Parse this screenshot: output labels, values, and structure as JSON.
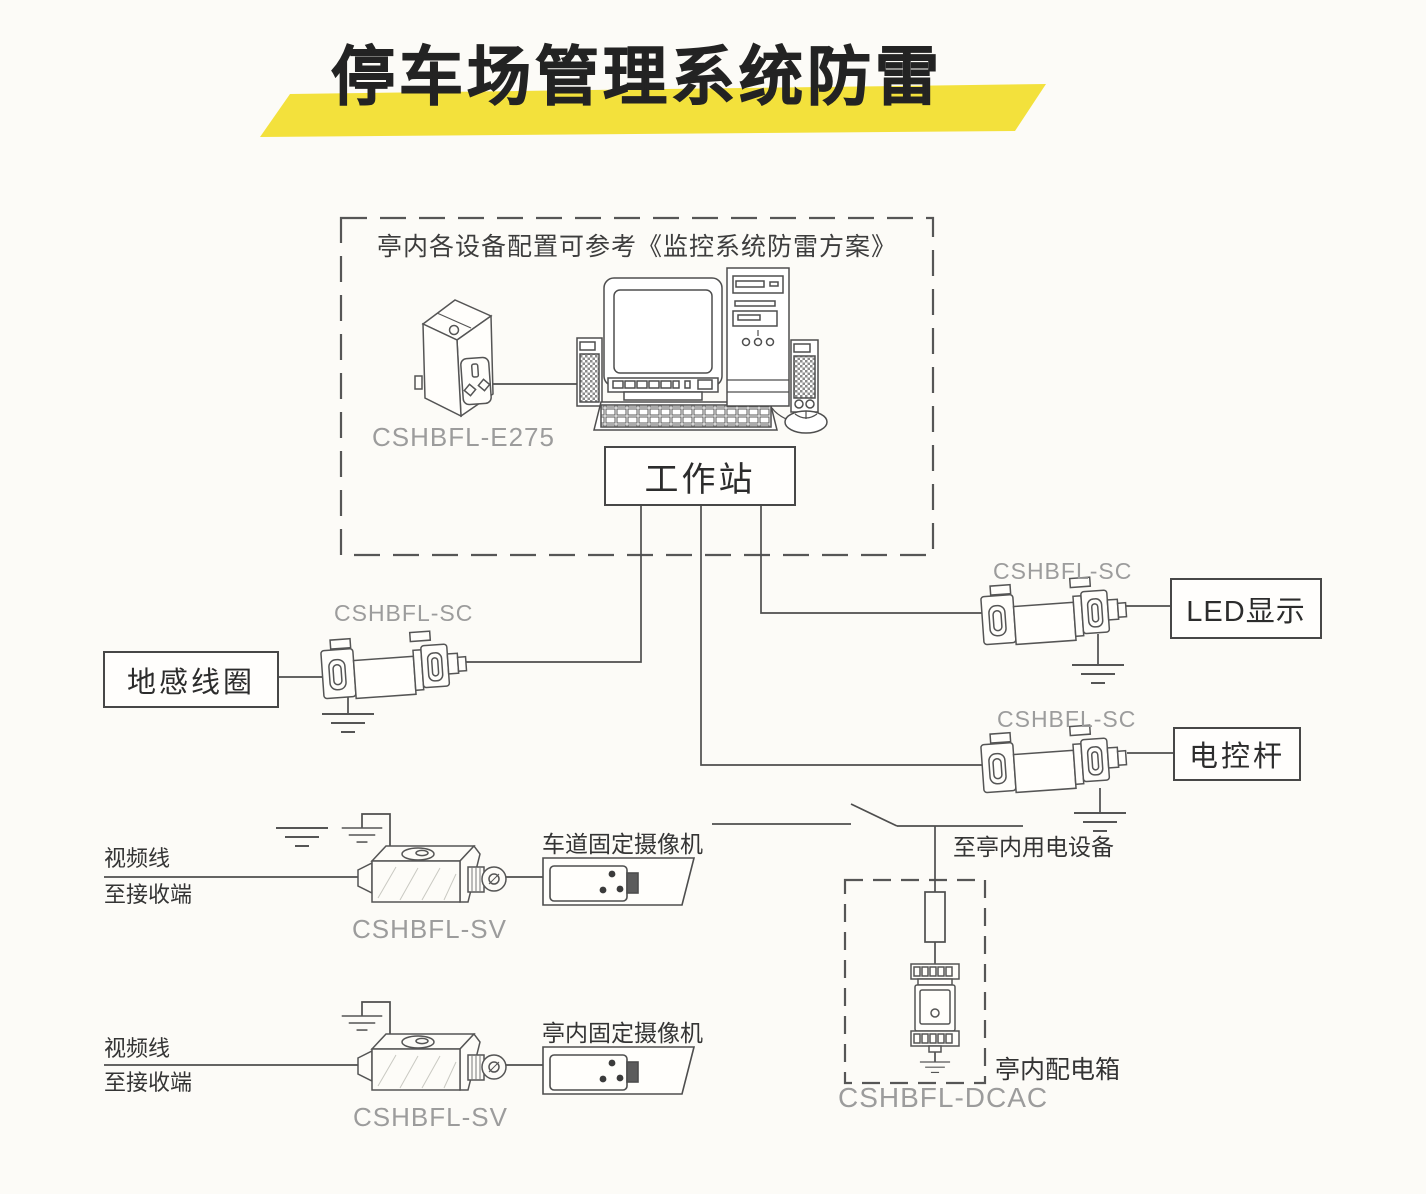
{
  "title": {
    "text": "停车场管理系统防雷"
  },
  "booth_area": {
    "note": "亭内各设备配置可参考《监控系统防雷方案》"
  },
  "boxes": {
    "workstation": "工作站",
    "led_display": "LED显示",
    "loop_coil": "地感线圈",
    "barrier_pole": "电控杆"
  },
  "device_labels": {
    "power_spd": "CSHBFL-E275",
    "signal_spd_coil": "CSHBFL-SC",
    "signal_spd_led": "CSHBFL-SC",
    "signal_spd_barrier": "CSHBFL-SC",
    "video_spd_lane": "CSHBFL-SV",
    "video_spd_booth": "CSHBFL-SV",
    "acdc_spd": "CSHBFL-DCAC"
  },
  "annotations": {
    "lane_camera": "车道固定摄像机",
    "booth_camera": "亭内固定摄像机",
    "to_booth_loads": "至亭内用电设备",
    "booth_power_box": "亭内配电箱",
    "video_line_lane": "视频线",
    "to_receiver_lane": "至接收端",
    "video_line_booth": "视频线",
    "to_receiver_booth": "至接收端"
  },
  "colors": {
    "highlight": "#f3e13c",
    "line": "#4e4e4e",
    "label_gray": "#9c9c9c",
    "text_dark": "#343434",
    "background": "#fcfbf7"
  }
}
